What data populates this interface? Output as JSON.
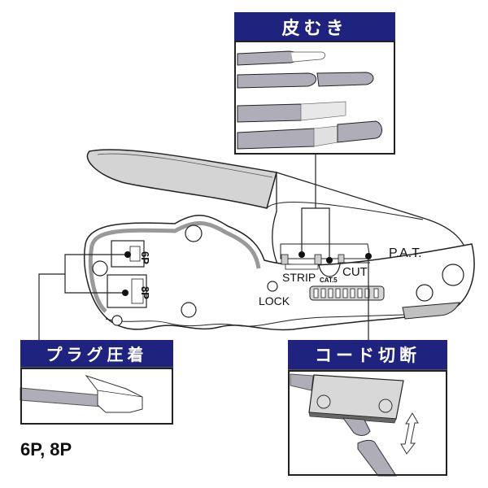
{
  "panels": {
    "stripping": {
      "title": "皮むき"
    },
    "plug_crimp": {
      "title": "プラグ圧着",
      "caption": "6P, 8P"
    },
    "cord_cut": {
      "title": "コード切断"
    }
  },
  "tool_labels": {
    "brand": "P.A.T.",
    "strip": "STRIP",
    "cat5": "CAT.5",
    "cut": "CUT",
    "lock": "LOCK",
    "port_6p": "6P",
    "port_8p": "8P"
  },
  "colors": {
    "header_bg": "#1f237f",
    "handle_fill": "#d4d4d4",
    "cable_fill": "#aeadb8",
    "outline": "#222222"
  }
}
